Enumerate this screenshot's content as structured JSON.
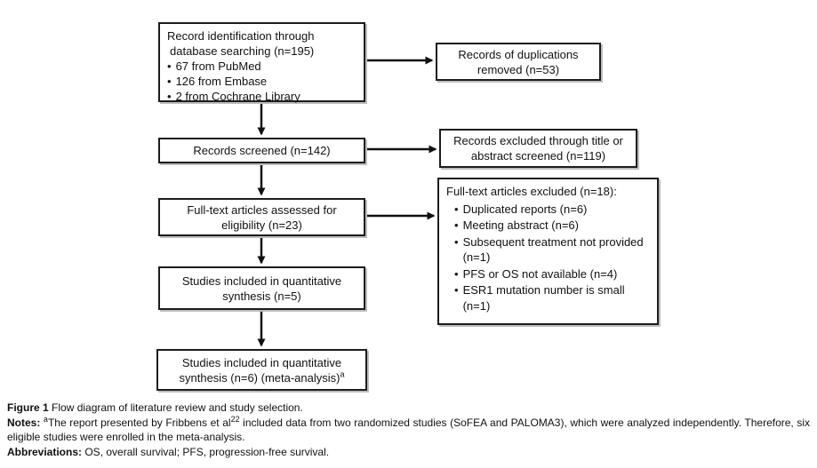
{
  "figure": {
    "caption_label": "Figure 1",
    "caption_text": " Flow diagram of literature review and study selection.",
    "notes_label": "Notes: ",
    "notes_sup_a": "a",
    "notes_text_1": "The report presented by Fribbens et al",
    "notes_sup_ref": "22",
    "notes_text_2": " included data from two randomized studies (SoFEA and PALOMA3), which were analyzed independently. Therefore, six eligible studies were enrolled in the meta-analysis.",
    "abbreviations_label": "Abbreviations:",
    "abbreviations_text": " OS, overall survival; PFS, progression-free survival."
  },
  "flow": {
    "bullet_char": "•",
    "identification": {
      "line1": "Record identification through",
      "line2": "database searching (n=195)",
      "bullets": [
        "67 from PubMed",
        "126 from Embase",
        "2 from Cochrane Library"
      ]
    },
    "duplications_removed": "Records of duplications removed (n=53)",
    "records_screened": "Records screened (n=142)",
    "records_excluded": "Records excluded through title or abstract screened (n=119)",
    "fulltext_assessed": "Full-text articles assessed for eligibility (n=23)",
    "fulltext_excluded": {
      "header": "Full-text articles excluded (n=18):",
      "bullets": [
        "Duplicated reports (n=6)",
        "Meeting abstract (n=6)",
        "Subsequent treatment not provided (n=1)",
        "PFS or OS not available (n=4)",
        "ESR1 mutation number is small (n=1)"
      ]
    },
    "synthesis_5": "Studies included in quantitative synthesis (n=5)",
    "synthesis_6": "Studies included in quantitative synthesis (n=6) (meta-analysis)",
    "synthesis_6_sup": "a"
  }
}
